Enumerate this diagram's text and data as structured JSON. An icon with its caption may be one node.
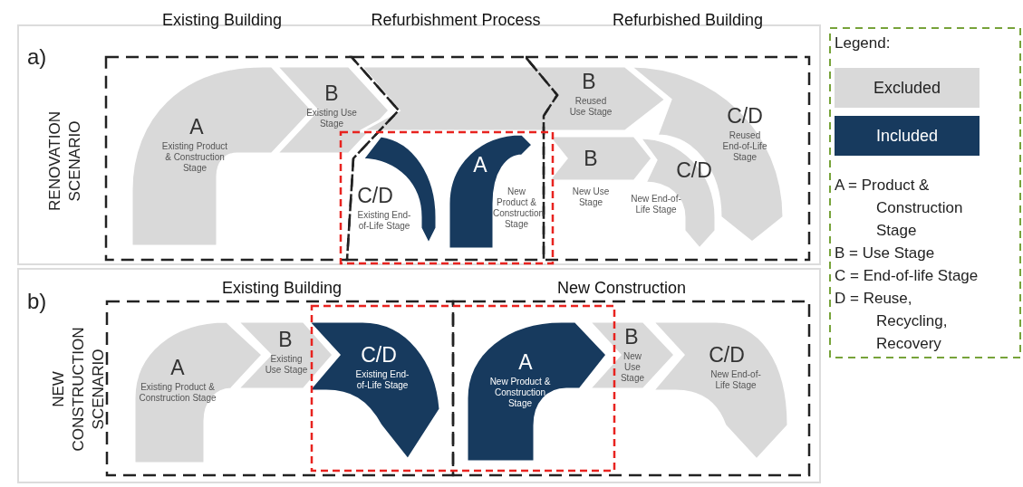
{
  "diagram": {
    "nodes": [
      {
        "text": [
          "Existing Building"
        ]
      },
      {
        "text": [
          "A",
          "Existing Product & Construction Stage"
        ],
        "in": 0
      },
      {
        "text": [
          "B",
          "Existing Use Stage"
        ],
        "in": 0
      },
      {
        "text": [
          "Refurbishment Process"
        ]
      },
      {
        "text": [
          "C/D",
          "Existing End-of-Life Stage"
        ],
        "in": 3
      },
      {
        "text": [
          "A",
          "New Product & Construction Stage"
        ],
        "in": 3
      },
      {
        "text": [
          "Refurbished Building"
        ]
      },
      {
        "text": [
          "B",
          "Reused Use Stage"
        ]
      },
      {
        "text": [
          "C/D",
          "Reused End-of-Life Stage"
        ],
        "in": 6
      },
      {
        "text": [
          "B",
          "New Use Stage"
        ],
        "in": 6
      },
      {
        "text": [
          "C/D",
          "New End-of-Life Stage"
        ],
        "in": 6
      },
      {
        "text": [
          "Existing Building"
        ]
      },
      {
        "text": [
          "A",
          "Existing Product & Construction Stage"
        ],
        "in": 11
      },
      {
        "text": [
          "B",
          "Existing Use Stage"
        ],
        "in": 11
      },
      {
        "text": [
          "C/D",
          "Existing End-of-Life Stage"
        ],
        "in": 11
      },
      {
        "text": [
          "New Construction"
        ]
      },
      {
        "text": [
          "A",
          "New Product & Construction Stage"
        ],
        "in": 15
      },
      {
        "text": [
          "B",
          "New Use Stage"
        ],
        "in": 15
      },
      {
        "text": [
          "C/D",
          "New End-of-Life Stage"
        ],
        "in": 15
      }
    ],
    "labels": [
      "a)",
      "RENOVATION SCENARIO",
      "b)",
      "NEW CONSTRUCTION SCENARIO",
      "Legend:",
      "A = Product & Construction Stage",
      "B = Use Stage",
      "C = End-of-life Stage",
      "D = Reuse, Recycling, Recovery"
    ],
    "legend": [
      {
        "text": "Excluded",
        "color": "#d9d9d9"
      },
      {
        "text": "Included",
        "color": "#173a5e"
      }
    ]
  }
}
